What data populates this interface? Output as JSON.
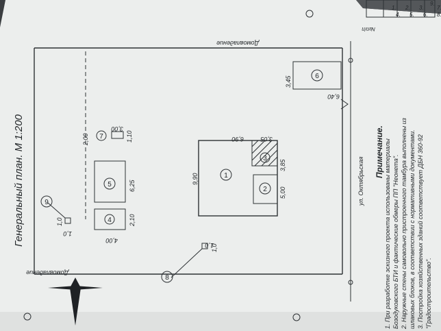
{
  "document": {
    "title": "Генеральный план.  М 1:200",
    "street": "ул. Октябрьская",
    "neighbor_top": "Домовладение",
    "neighbor_bottom": "Домовладение",
    "note_heading": "Примечание.",
    "notes": [
      "1. При разработке эскизного проекта использованы материалы",
      "Бозодуковского БТИ и фактические обмеры ПП \"Неонета\".",
      "2. Наружные стены самовольно пристроенного тамбура выполнены из",
      "шлаковых блоков, в соответствии с нормативными документами.",
      "3. Постройка хозяйственных зданий соответствует ДБН 360-92",
      "\"Градостроительство\"."
    ],
    "table": {
      "header": "№п/п",
      "rows": [
        "1.",
        "2.",
        "3.",
        "4.",
        "5.",
        "6.",
        "7.",
        "8.",
        "9."
      ]
    }
  },
  "buildings": {
    "b1": "1",
    "b2": "2",
    "b3": "3",
    "b4": "4",
    "b5": "5",
    "b6": "6",
    "b7": "7",
    "b8": "8",
    "b9": "9"
  },
  "dimensions": {
    "d1_len": "9,90",
    "d1_wid": "6,90",
    "d2_len": "5,00",
    "d3_wid": "3,05",
    "d3_len": "3,85",
    "d5_len": "6,25",
    "d5_wid": "4,00",
    "d4_len": "2,10",
    "d6_wid": "3,45",
    "d6_len": "6,40",
    "d7_wid": "3,00",
    "d7_len": "1,10",
    "d7_off": "2,00",
    "d9_a": "1,0",
    "d9_b": "1,0",
    "d8_a": "1,0",
    "d8_b": "1,0"
  }
}
